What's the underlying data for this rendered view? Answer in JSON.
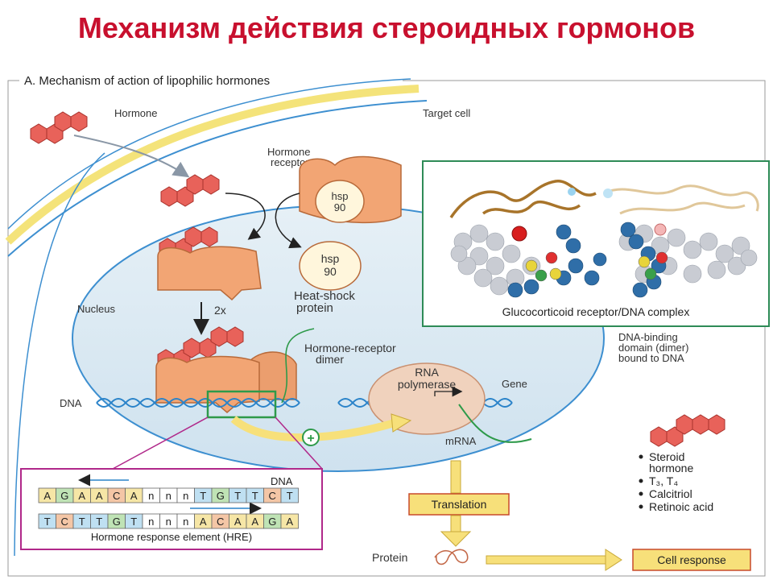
{
  "title": "Механизм действия стероидных гормонов",
  "panel": {
    "heading": "A. Mechanism of action of lipophilic hormones",
    "hormone": "Hormone",
    "target_cell": "Target cell",
    "hormone_receptor_line1": "Hormone",
    "hormone_receptor_line2": "receptor",
    "hsp_top": "hsp",
    "hsp_bottom": "90",
    "heat_shock_line1": "Heat-shock",
    "heat_shock_line2": "protein",
    "nucleus": "Nucleus",
    "two_x": "2x",
    "dimer_line1": "Hormone-receptor",
    "dimer_line2": "dimer",
    "dna": "DNA",
    "rna_pol_line1": "RNA",
    "rna_pol_line2": "polymerase",
    "gene": "Gene",
    "mrna": "mRNA",
    "plus": "+",
    "translation": "Translation",
    "protein": "Protein",
    "cell_response": "Cell response",
    "inset_caption": "Glucocorticoid receptor/DNA complex",
    "dbd_line1": "DNA-binding",
    "dbd_line2": "domain (dimer)",
    "dbd_line3": "bound to DNA",
    "hre_dna_label": "DNA",
    "hre_top": [
      "A",
      "G",
      "A",
      "A",
      "C",
      "A",
      "n",
      "n",
      "n",
      "T",
      "G",
      "T",
      "T",
      "C",
      "T"
    ],
    "hre_bottom": [
      "T",
      "C",
      "T",
      "T",
      "G",
      "T",
      "n",
      "n",
      "n",
      "A",
      "C",
      "A",
      "A",
      "G",
      "A"
    ],
    "hre_caption": "Hormone response element (HRE)",
    "legend": [
      "Steroid",
      "hormone",
      "T₃, T₄",
      "Calcitriol",
      "Retinoic acid"
    ]
  },
  "colors": {
    "title_red": "#c8102e",
    "hormone_red": "#e8625a",
    "receptor_orange": "#f2a574",
    "nucleus_fill": "#d9e9f3",
    "membrane_blue": "#3d8fd0",
    "arrow_yellow": "#f7e07a",
    "inset_border": "#2e8b57",
    "hre_border": "#b0288a"
  }
}
